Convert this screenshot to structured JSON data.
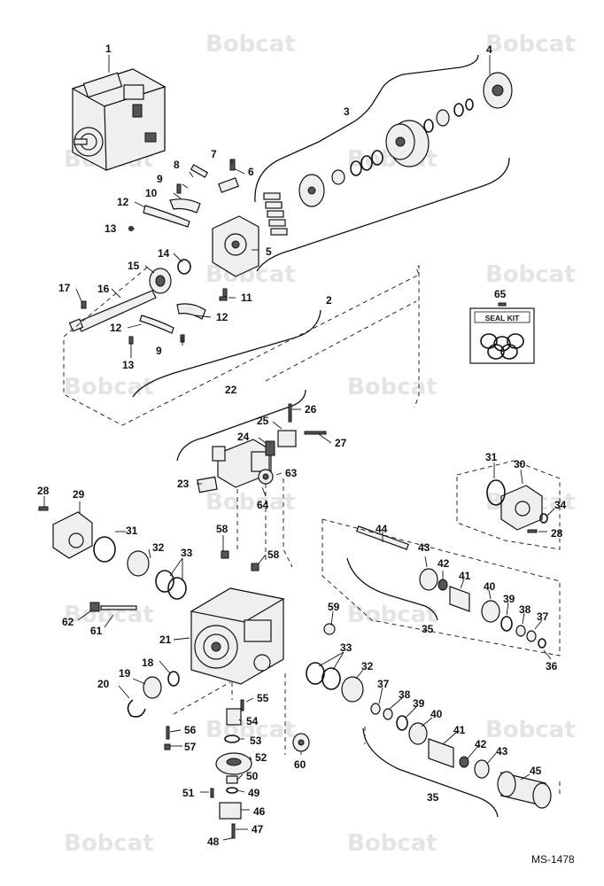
{
  "watermark": {
    "text": "Bobcat"
  },
  "figure_code": "MS-1478",
  "seal_kit": {
    "number": "65",
    "label": "SEAL KIT"
  },
  "callouts": {
    "c1": "1",
    "c2": "2",
    "c3": "3",
    "c4": "4",
    "c5": "5",
    "c6": "6",
    "c7": "7",
    "c8": "8",
    "c9a": "9",
    "c9b": "9",
    "c10": "10",
    "c11": "11",
    "c12a": "12",
    "c12b": "12",
    "c12c": "12",
    "c13a": "13",
    "c13b": "13",
    "c14": "14",
    "c15": "15",
    "c16": "16",
    "c17": "17",
    "c18": "18",
    "c19": "19",
    "c20": "20",
    "c21": "21",
    "c22": "22",
    "c23": "23",
    "c24": "24",
    "c25": "25",
    "c26": "26",
    "c27": "27",
    "c28a": "28",
    "c28b": "28",
    "c29": "29",
    "c30": "30",
    "c31a": "31",
    "c31b": "31",
    "c32a": "32",
    "c32b": "32",
    "c33a": "33",
    "c33b": "33",
    "c34": "34",
    "c35a": "35",
    "c35b": "35",
    "c36": "36",
    "c37a": "37",
    "c37b": "37",
    "c38a": "38",
    "c38b": "38",
    "c39a": "39",
    "c39b": "39",
    "c40a": "40",
    "c40b": "40",
    "c41a": "41",
    "c41b": "41",
    "c42a": "42",
    "c42b": "42",
    "c43a": "43",
    "c43b": "43",
    "c44": "44",
    "c45": "45",
    "c46": "46",
    "c47": "47",
    "c48": "48",
    "c49": "49",
    "c50": "50",
    "c51": "51",
    "c52": "52",
    "c53": "53",
    "c54": "54",
    "c55": "55",
    "c56": "56",
    "c57": "57",
    "c58a": "58",
    "c58b": "58",
    "c59": "59",
    "c60": "60",
    "c61": "61",
    "c62": "62",
    "c63": "63",
    "c64": "64"
  }
}
